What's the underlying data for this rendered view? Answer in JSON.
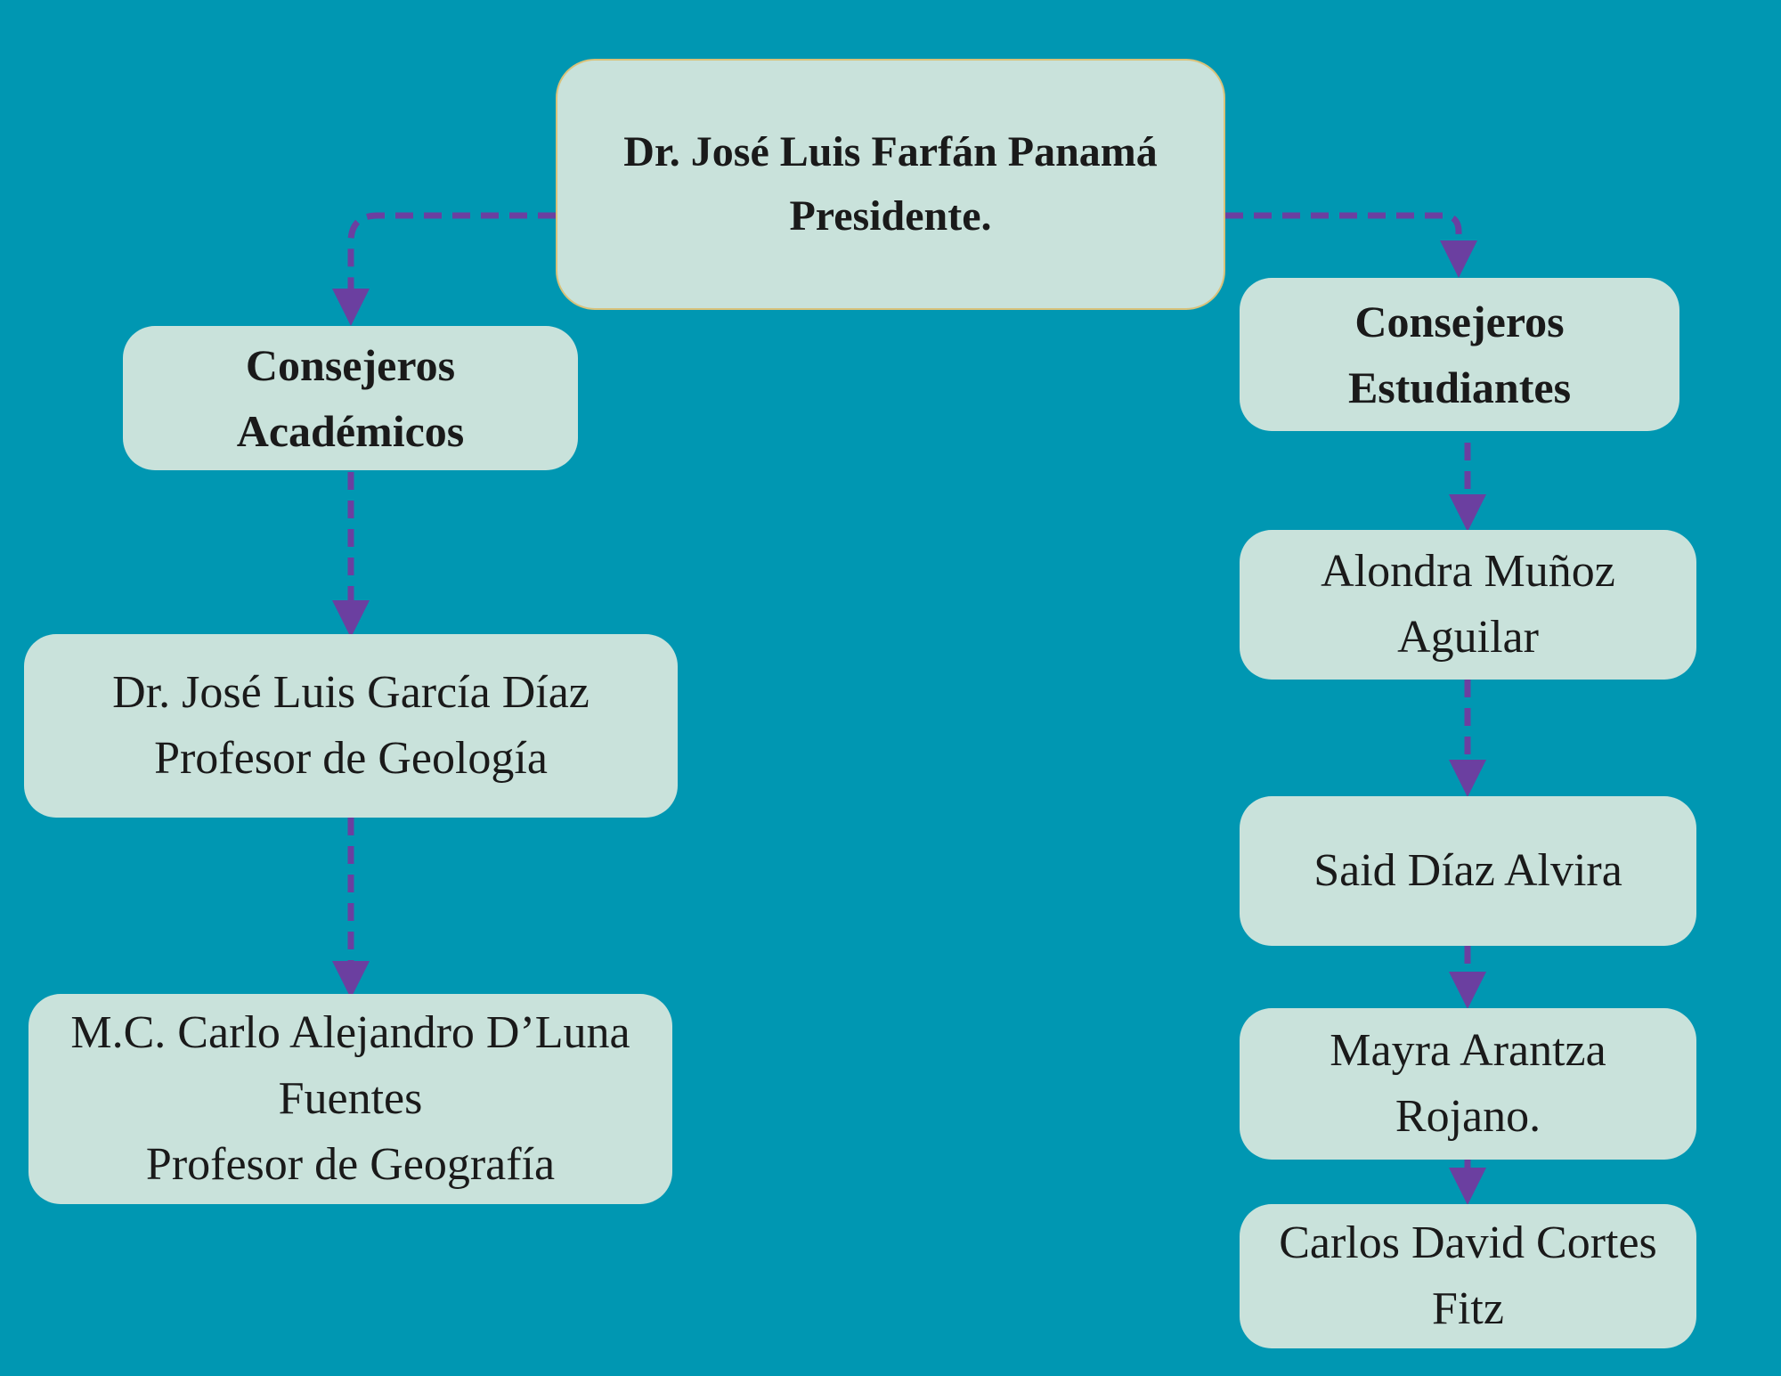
{
  "colors": {
    "background": "#0097b2",
    "node_fill": "#c9e2db",
    "root_border": "#d9c27a",
    "connector": "#6b3fa0",
    "text": "#1a1a1a"
  },
  "root": {
    "name": "Dr. José Luis Farfán Panamá",
    "role": "Presidente."
  },
  "academic": {
    "heading_line1": "Consejeros",
    "heading_line2": "Académicos",
    "members": [
      {
        "line1": "Dr. José Luis García  Díaz",
        "line2": "Profesor de Geología"
      },
      {
        "line1": "M.C. Carlo Alejandro D’Luna",
        "line2": "Fuentes",
        "line3": "Profesor de Geografía"
      }
    ]
  },
  "students": {
    "heading_line1": "Consejeros",
    "heading_line2": "Estudiantes",
    "members": [
      {
        "line1": "Alondra Muñoz",
        "line2": "Aguilar"
      },
      {
        "line1": "Said Díaz Alvira"
      },
      {
        "line1": "Mayra Arantza",
        "line2": "Rojano."
      },
      {
        "line1": "Carlos David Cortes",
        "line2": "Fitz"
      }
    ]
  }
}
